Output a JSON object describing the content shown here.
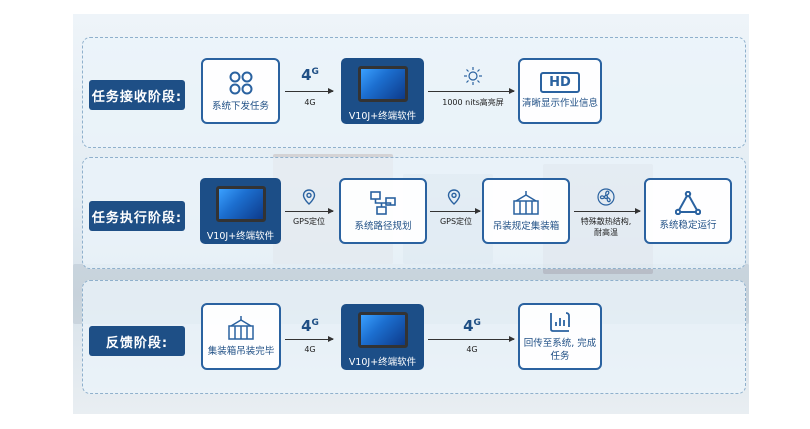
{
  "lanes": [
    {
      "label": "任务接收阶段:"
    },
    {
      "label": "任务执行阶段:"
    },
    {
      "label": "反馈阶段:"
    }
  ],
  "row1": {
    "box1": "系统下发任务",
    "conn1": "4G",
    "device": "V10J+终端软件",
    "conn2": "1000 nits高亮屏",
    "box3": "清晰显示作业信息",
    "hd_text": "HD"
  },
  "row2": {
    "device": "V10J+终端软件",
    "conn1": "GPS定位",
    "box2": "系统路径规划",
    "conn2": "GPS定位",
    "box3": "吊装规定集装箱",
    "conn3_line1": "特殊散热结构,",
    "conn3_line2": "耐高温",
    "box4": "系统稳定运行"
  },
  "row3": {
    "box1": "集装箱吊装完毕",
    "conn1": "4G",
    "device": "V10J+终端软件",
    "conn2": "4G",
    "box3_line1": "回传至系统, 完成",
    "box3_line2": "任务"
  },
  "fourg_label": "4",
  "fourg_sup": "G",
  "colors": {
    "primary": "#1e4f86",
    "border": "#2a62a0",
    "panel": "#e6eef5"
  }
}
